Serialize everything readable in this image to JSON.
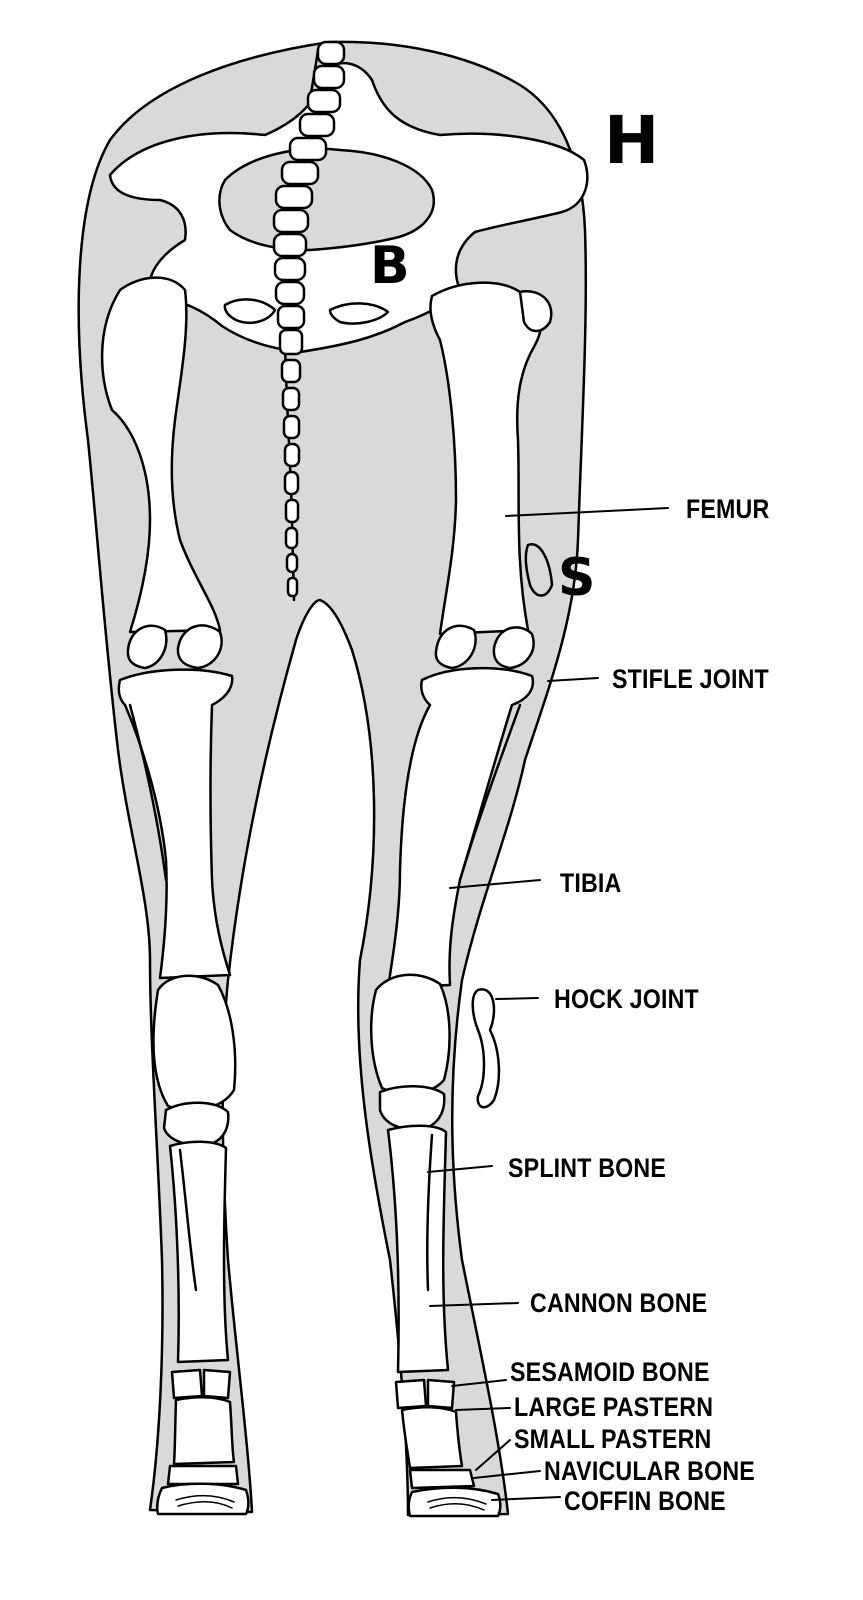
{
  "letters": {
    "hip": "H",
    "back": "B",
    "stifle": "S"
  },
  "labels": {
    "femur": "FEMUR",
    "stifle_joint": "STIFLE JOINT",
    "tibia": "TIBIA",
    "hock_joint": "HOCK JOINT",
    "splint_bone": "SPLINT BONE",
    "cannon_bone": "CANNON BONE",
    "sesamoid_bone": "SESAMOID BONE",
    "large_pastern": "LARGE PASTERN",
    "small_pastern": "SMALL PASTERN",
    "navicular_bone": "NAVICULAR BONE",
    "coffin_bone": "COFFIN BONE"
  },
  "colors": {
    "body_fill": "#d9d9d9",
    "bone_fill": "#ffffff",
    "outline": "#000000"
  }
}
